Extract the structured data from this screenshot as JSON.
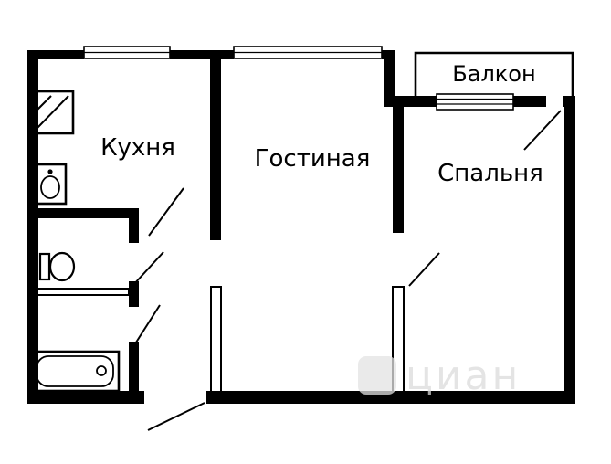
{
  "plan": {
    "rooms": {
      "kitchen": "Кухня",
      "living": "Гостиная",
      "bedroom": "Спальня",
      "balcony": "Балкон"
    },
    "watermark": "циан",
    "colors": {
      "wall": "#000000",
      "background": "#ffffff",
      "watermark": "#dcdcdc"
    },
    "fixtures": [
      "stove",
      "sink",
      "toilet",
      "bathtub"
    ]
  }
}
